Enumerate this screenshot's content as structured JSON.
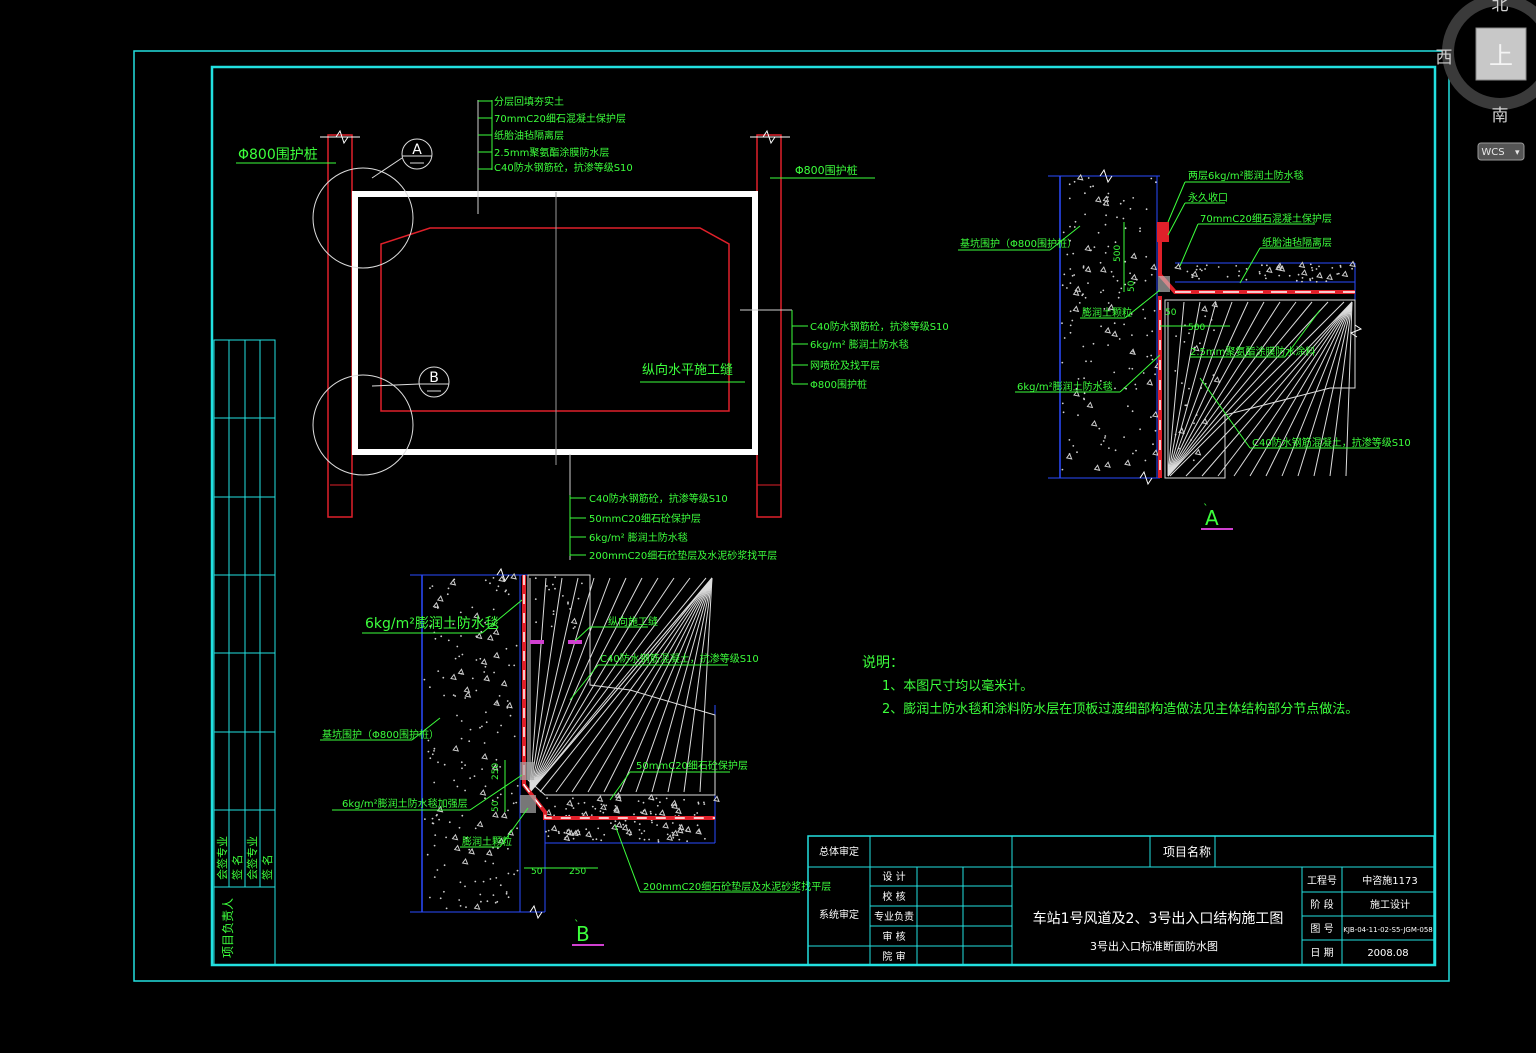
{
  "viewcube": {
    "north": "北",
    "south": "南",
    "west": "西",
    "top_face": "上",
    "wcs": "WCS"
  },
  "plan": {
    "pile_left": "Φ800围护桩",
    "pile_right": "Φ800围护桩",
    "marker_a": "A",
    "marker_b": "B",
    "joint": "纵向水平施工缝",
    "top_callouts": [
      "分层回填夯实土",
      "70mmC20细石混凝土保护层",
      "纸胎油毡隔离层",
      "2.5mm聚氨酯涂膜防水层",
      "C40防水钢筋砼，抗渗等级S10"
    ],
    "right_callouts": [
      "C40防水钢筋砼，抗渗等级S10",
      "6kg/m² 膨润土防水毯",
      "网喷砼及找平层",
      "Φ800围护桩"
    ],
    "bottom_callouts": [
      "C40防水钢筋砼，抗渗等级S10",
      "50mmC20细石砼保护层",
      "6kg/m² 膨润土防水毯",
      "200mmC20细石砼垫层及水泥砂浆找平层"
    ]
  },
  "detail_a": {
    "callouts": [
      "两层6kg/m²膨润土防水毯",
      "永久收口",
      "70mmC20细石混凝土保护层",
      "纸胎油毡隔离层",
      "基坑围护（Φ800围护桩）",
      "膨润土颗粒",
      "2.5mm聚氨酯涂膜防水涂料",
      "6kg/m²膨润土防水毯",
      "C40防水钢筋混凝土，抗渗等级S10"
    ],
    "dims": [
      "500",
      "50",
      "50",
      "500"
    ],
    "label": "A"
  },
  "detail_b": {
    "callouts": [
      "6kg/m²膨润土防水毯",
      "纵向施工缝",
      "C40防水钢筋混凝土，抗渗等级S10",
      "基坑围护（Φ800围护桩）",
      "50mmC20细石砼保护层",
      "6kg/m²膨润土防水毯加强层",
      "膨润土颗粒",
      "200mmC20细石砼垫层及水泥砂浆找平层"
    ],
    "dims": [
      "250",
      "50",
      "50",
      "250"
    ],
    "label": "B"
  },
  "notes": {
    "heading": "说明：",
    "items": [
      "1、本图尺寸均以毫米计。",
      "2、膨润土防水毯和涂料防水层在顶板过渡细部构造做法见主体结构部分节点做法。"
    ]
  },
  "left_strip": {
    "col1": "会签专业",
    "col1b": "签 名",
    "col2": "会签专业",
    "col2b": "签 名",
    "bottom": "项目负责人"
  },
  "title_block": {
    "review_total": "总体审定",
    "review_system": "系统审定",
    "roles": [
      "设 计",
      "校 核",
      "专业负责",
      "审 核",
      "院 审"
    ],
    "project_name_label": "项目名称",
    "title_main": "车站1号风道及2、3号出入口结构施工图",
    "title_sub": "3号出入口标准断面防水图",
    "fields": [
      {
        "label": "工程号",
        "value": "中咨施1173"
      },
      {
        "label": "阶 段",
        "value": "施工设计"
      },
      {
        "label": "图 号",
        "value": "KJB-04-11-02-S5-JGM-058"
      },
      {
        "label": "日 期",
        "value": "2008.08"
      }
    ]
  },
  "colors": {
    "frame": "#22e0e0",
    "text": "#3cff3c",
    "waterproof": "#e0202a",
    "structure": "#ffffff"
  }
}
